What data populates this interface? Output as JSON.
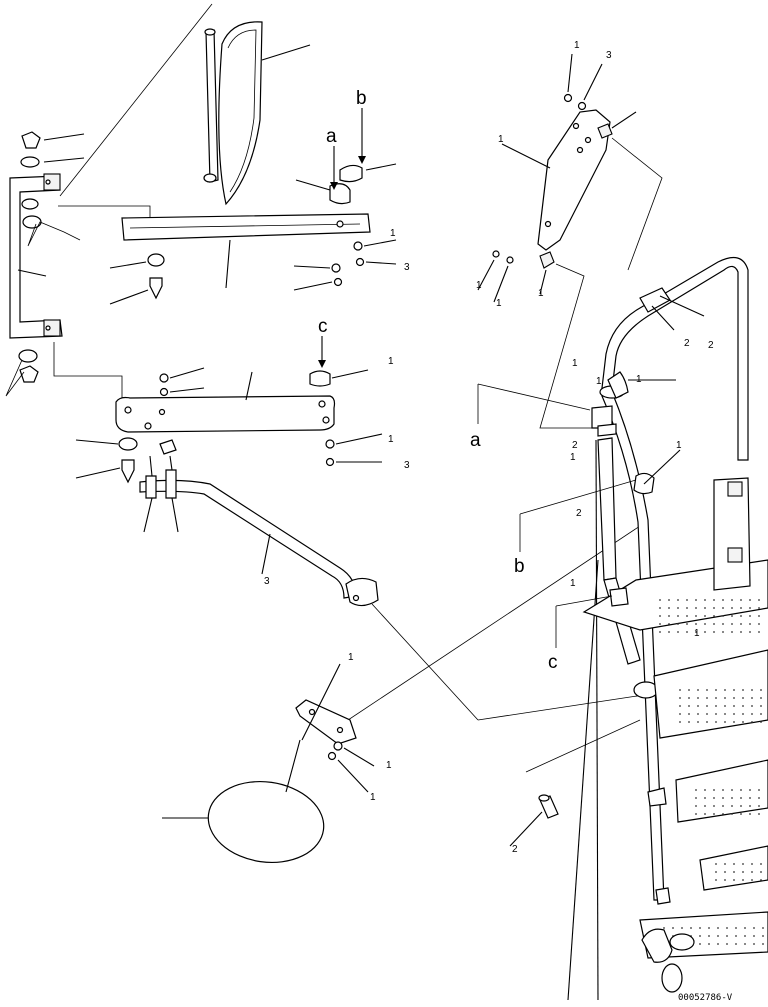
{
  "diagram": {
    "callouts": {
      "a": "a",
      "b": "b",
      "c": "c"
    },
    "item_marks": [
      "1",
      "3",
      "1",
      "1",
      "1",
      "1",
      "1",
      "1",
      "1",
      "1",
      "2",
      "2",
      "1",
      "2",
      "2",
      "1",
      "1",
      "2",
      "1",
      "3",
      "1",
      "1",
      "3",
      "1",
      "1",
      "3",
      "1"
    ],
    "drawing_code": "00052786-V"
  }
}
